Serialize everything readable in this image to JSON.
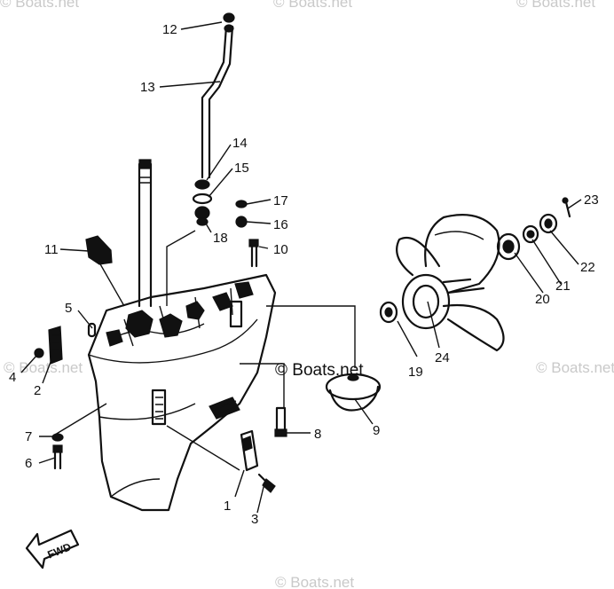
{
  "watermarks": [
    {
      "text": "© Boats.net"
    },
    {
      "text": "© Boats.net"
    },
    {
      "text": "© Boats.net"
    },
    {
      "text": "© Boats.net"
    },
    {
      "text": "© Boats.net"
    },
    {
      "text": "© Boats.net"
    }
  ],
  "center_watermark": "© Boats.net",
  "direction_label": "FWD",
  "callouts": [
    "1",
    "2",
    "3",
    "4",
    "5",
    "6",
    "7",
    "8",
    "9",
    "10",
    "11",
    "12",
    "13",
    "14",
    "15",
    "16",
    "17",
    "18",
    "19",
    "20",
    "21",
    "22",
    "23",
    "24"
  ],
  "colors": {
    "ink": "#111111",
    "watermark": "#c9c9c9",
    "background": "#ffffff"
  }
}
